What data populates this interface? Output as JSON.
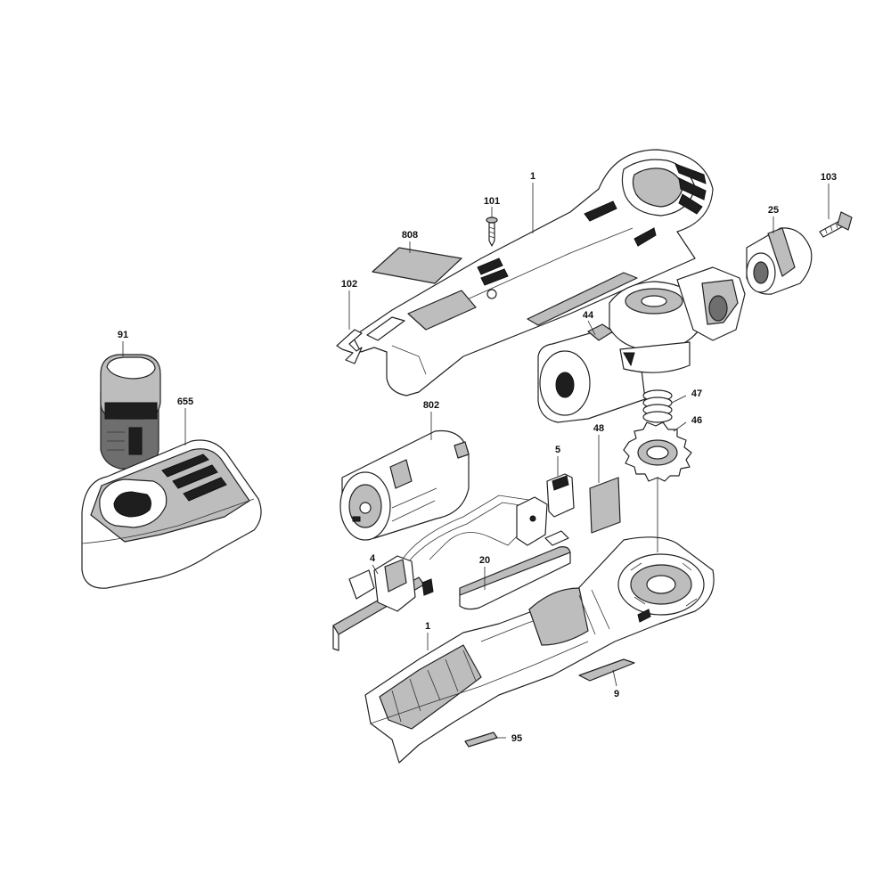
{
  "labels": {
    "l1_top": "1",
    "l101": "101",
    "l103": "103",
    "l25": "25",
    "l808": "808",
    "l102": "102",
    "l44": "44",
    "l91": "91",
    "l655": "655",
    "l47": "47",
    "l46": "46",
    "l802": "802",
    "l5": "5",
    "l48": "48",
    "l4": "4",
    "l20": "20",
    "l1_bottom": "1",
    "l9": "9",
    "l95": "95"
  }
}
